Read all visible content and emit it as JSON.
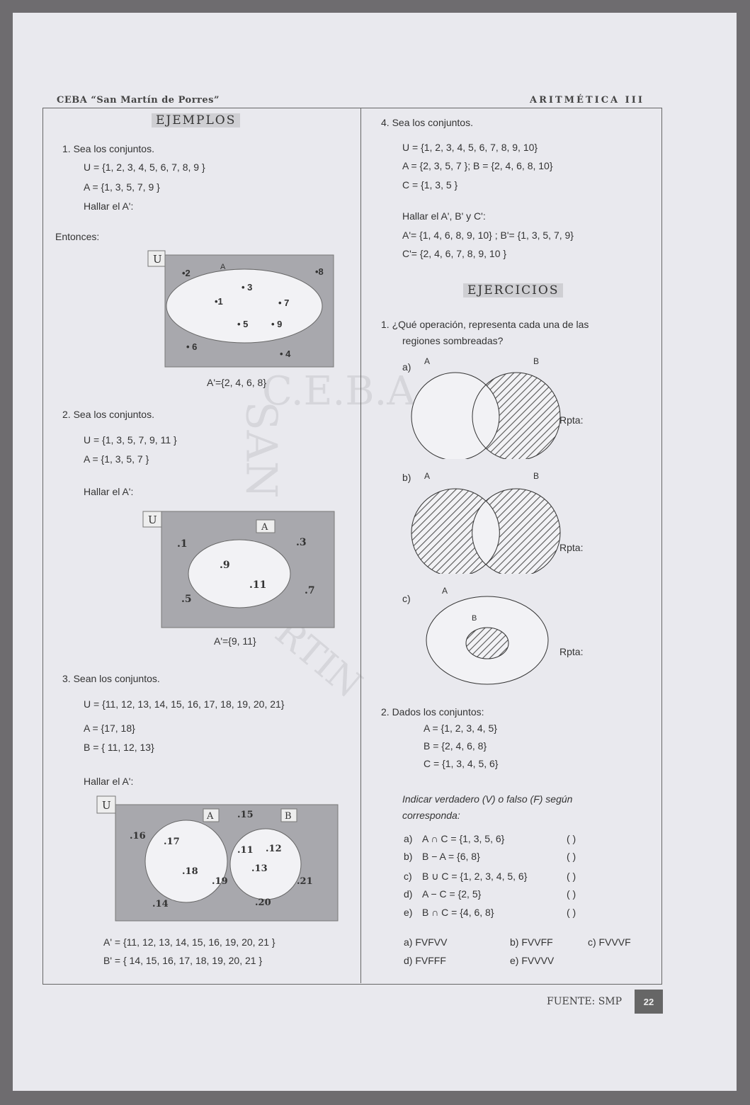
{
  "header": {
    "school": "CEBA “San Martín de Porres”",
    "subject": "ARITMÉTICA III"
  },
  "watermark": {
    "text1": "C.E.B.A",
    "text2": "SAN",
    "text3": "RTIN"
  },
  "left": {
    "title": "EJEMPLOS",
    "ex1": {
      "intro": "1.  Sea los conjuntos.",
      "u": "U = {1, 2, 3, 4, 5, 6, 7, 8, 9 }",
      "a": "A = {1, 3, 5, 7, 9 }",
      "find": "Hallar el A':",
      "then": "Entonces:",
      "diagram": {
        "u": "U",
        "a": "A",
        "items": [
          "•2",
          "•8",
          "• 3",
          "•1",
          "• 7",
          "• 5",
          "• 9",
          "• 6",
          "• 4"
        ]
      },
      "result": "A'={2, 4, 6, 8}"
    },
    "ex2": {
      "intro": "2.  Sea los conjuntos.",
      "u": "U = {1, 3, 5, 7, 9, 11 }",
      "a": "A = {1, 3, 5, 7 }",
      "find": "Hallar el A':",
      "diagram": {
        "u": "U",
        "a": "A",
        "items": [
          ".1",
          ".3",
          ".9",
          ".11",
          ".7",
          ".5"
        ]
      },
      "result": "A'={9, 11}"
    },
    "ex3": {
      "intro": "3.  Sean los conjuntos.",
      "u": "U = {11, 12, 13, 14, 15, 16, 17, 18, 19, 20, 21}",
      "a": "A = {17, 18}",
      "b": "B = { 11, 12, 13}",
      "find": "Hallar el A':",
      "diagram": {
        "u": "U",
        "a": "A",
        "b": "B",
        "items": [
          ".15",
          ".16",
          ".17",
          ".11",
          ".12",
          ".13",
          ".18",
          ".19",
          ".21",
          ".14",
          ".20"
        ]
      },
      "result_a": "A' = {11, 12, 13, 14, 15, 16, 19, 20, 21 }",
      "result_b": "B' = { 14, 15, 16, 17, 18, 19, 20, 21 }"
    }
  },
  "right": {
    "ex4": {
      "intro": "4.  Sea los conjuntos.",
      "u": "U = {1, 2, 3, 4, 5, 6, 7, 8, 9, 10}",
      "ab": "A = {2, 3, 5, 7 };  B = {2, 4, 6, 8, 10}",
      "c": "C = {1, 3, 5 }",
      "find": "Hallar el A', B' y C':",
      "res1": "A'= {1, 4, 6, 8, 9, 10} ; B'= {1, 3, 5, 7, 9}",
      "res2": "C'= {2, 4, 6, 7, 8, 9, 10 }"
    },
    "title": "EJERCICIOS",
    "q1": {
      "line1": "1.   ¿Qué operación, representa cada una de las",
      "line2": "regiones sombreadas?",
      "a_label": "a)",
      "b_label": "b)",
      "c_label": "c)",
      "set_a": "A",
      "set_b": "B",
      "rpta": "Rpta:"
    },
    "q2": {
      "intro": "2.   Dados los conjuntos:",
      "a": "A = {1, 2, 3, 4, 5}",
      "b": "B = {2, 4, 6, 8}",
      "c": "C = {1, 3, 4, 5, 6}",
      "ind1": "Indicar  verdadero  (V)  o  falso  (F)  según",
      "ind2": "corresponda:",
      "items": [
        {
          "label": "a)",
          "text": "A ∩ C = {1, 3, 5, 6}",
          "box": "(        )"
        },
        {
          "label": "b)",
          "text": "B − A =  {6, 8}",
          "box": "(        )"
        },
        {
          "label": "c)",
          "text": "B ∪ C =  {1, 2, 3, 4, 5, 6}",
          "box": "(        )"
        },
        {
          "label": "d)",
          "text": "A − C =  {2, 5}",
          "box": "(        )"
        },
        {
          "label": "e)",
          "text": "B ∩ C =  {4, 6, 8}",
          "box": "(        )"
        }
      ],
      "options": [
        "a) FVFVV",
        "b) FVVFF",
        "c) FVVVF",
        "d) FVFFF",
        "e) FVVVV"
      ]
    }
  },
  "footer": {
    "source": "FUENTE: SMP",
    "page": "22"
  }
}
